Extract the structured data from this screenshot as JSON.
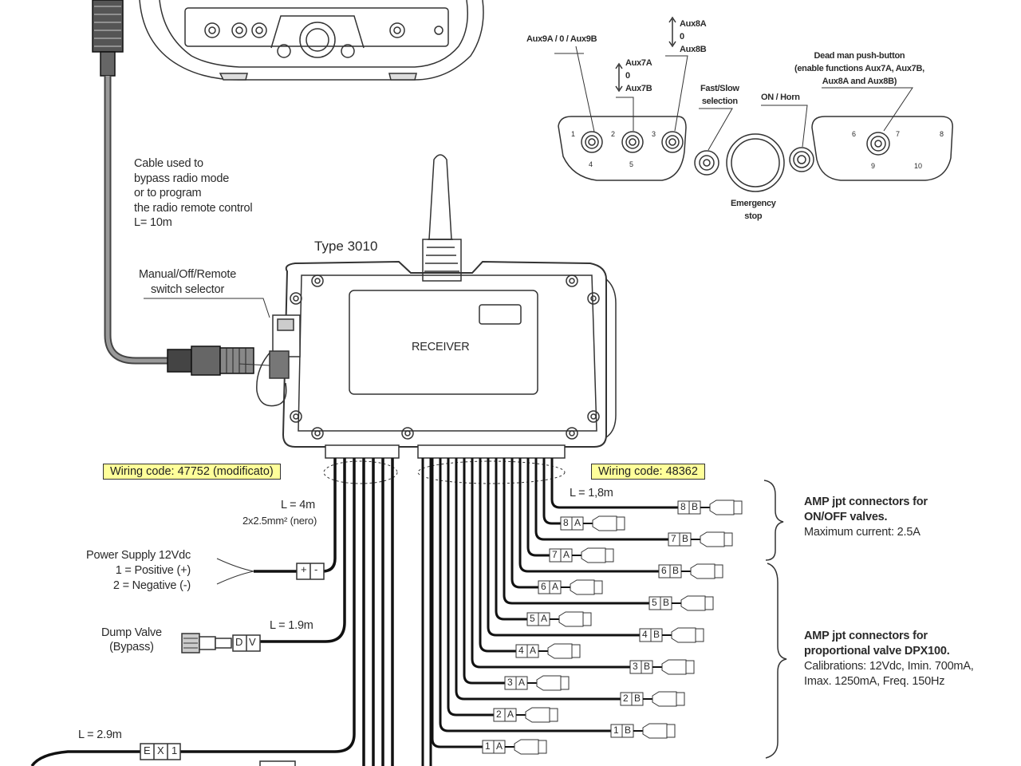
{
  "cable_note": [
    "Cable  used to",
    "bypass radio mode",
    "or to program",
    "the radio remote control",
    "L= 10m"
  ],
  "receiver": {
    "type": "Type 3010",
    "label": "RECEIVER",
    "switch_selector": [
      "Manual/Off/Remote",
      "switch selector"
    ]
  },
  "wiring_codes": {
    "left": "Wiring code: 47752 (modificato)",
    "right": "Wiring code: 48362"
  },
  "transmitter": {
    "aux9": "Aux9A / 0 / Aux9B",
    "aux7": [
      "Aux7A",
      "0",
      "Aux7B"
    ],
    "aux8": [
      "Aux8A",
      "0",
      "Aux8B"
    ],
    "fast_slow": [
      "Fast/Slow",
      "selection"
    ],
    "on_horn": "ON / Horn",
    "dead_man": [
      "Dead man push-button",
      "(enable functions Aux7A, Aux7B,",
      "Aux8A and Aux8B)"
    ],
    "emergency": [
      "Emergency",
      "stop"
    ],
    "pin_numbers": [
      "1",
      "2",
      "3",
      "4",
      "5",
      "6",
      "7",
      "8",
      "9",
      "10"
    ]
  },
  "left_bundle": {
    "length_main": "L = 4m",
    "section": "2x2.5mm² (nero)",
    "power_supply": [
      "Power Supply 12Vdc",
      "1 = Positive (+)",
      "2 = Negative (-)"
    ],
    "power_connector": [
      "+",
      "-"
    ],
    "dump_valve": [
      "Dump Valve",
      "(Bypass)"
    ],
    "dump_length": "L = 1.9m",
    "dump_connector": [
      "D",
      "V"
    ],
    "ex_length": "L = 2.9m",
    "ex_connector": [
      "E",
      "X",
      "1"
    ]
  },
  "right_bundle": {
    "length": "L = 1,8m",
    "connectors": [
      "8B",
      "8A",
      "7B",
      "7A",
      "6B",
      "6A",
      "5B",
      "5A",
      "4B",
      "4A",
      "3B",
      "3A",
      "2B",
      "2A",
      "1B",
      "1A"
    ],
    "onoff_note": [
      "AMP jpt connectors for",
      "ON/OFF valves.",
      "Maximum current: 2.5A"
    ],
    "prop_note": [
      "AMP jpt connectors for",
      "proportional valve DPX100.",
      "Calibrations: 12Vdc, Imin. 700mA,",
      "Imax. 1250mA, Freq. 150Hz"
    ]
  }
}
